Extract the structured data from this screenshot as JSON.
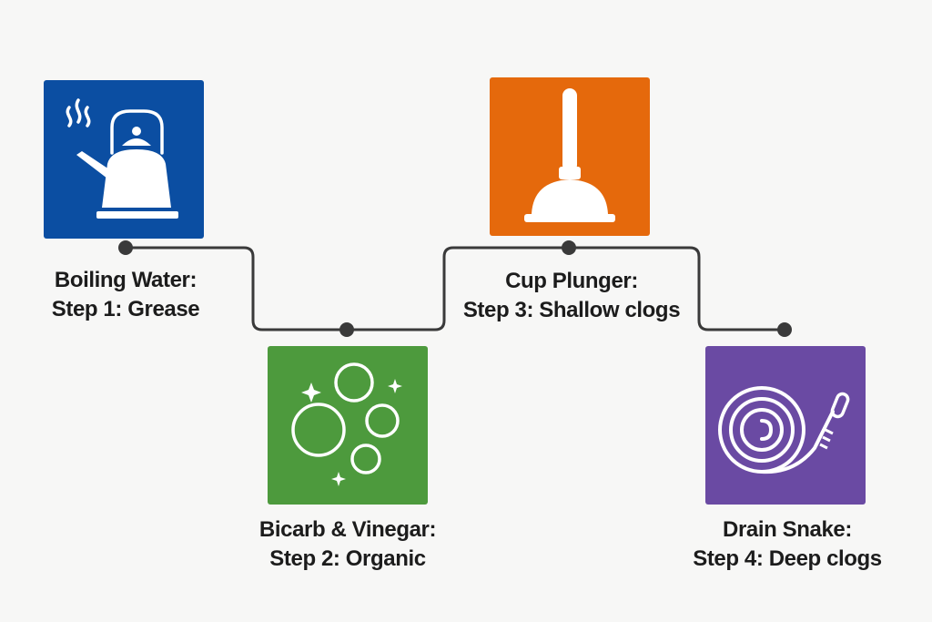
{
  "steps": [
    {
      "title": "Boiling Water:",
      "subtitle": "Step 1: Grease",
      "color": "#0b4ea2",
      "icon": "kettle-icon"
    },
    {
      "title": "Bicarb & Vinegar:",
      "subtitle": "Step 2: Organic",
      "color": "#4d9a3d",
      "icon": "bubbles-icon"
    },
    {
      "title": "Cup Plunger:",
      "subtitle": "Step 3: Shallow clogs",
      "color": "#e5690c",
      "icon": "plunger-icon"
    },
    {
      "title": "Drain Snake:",
      "subtitle": "Step 4: Deep clogs",
      "color": "#6a4aa3",
      "icon": "drain-snake-icon"
    }
  ],
  "connector_color": "#3a3a3a"
}
